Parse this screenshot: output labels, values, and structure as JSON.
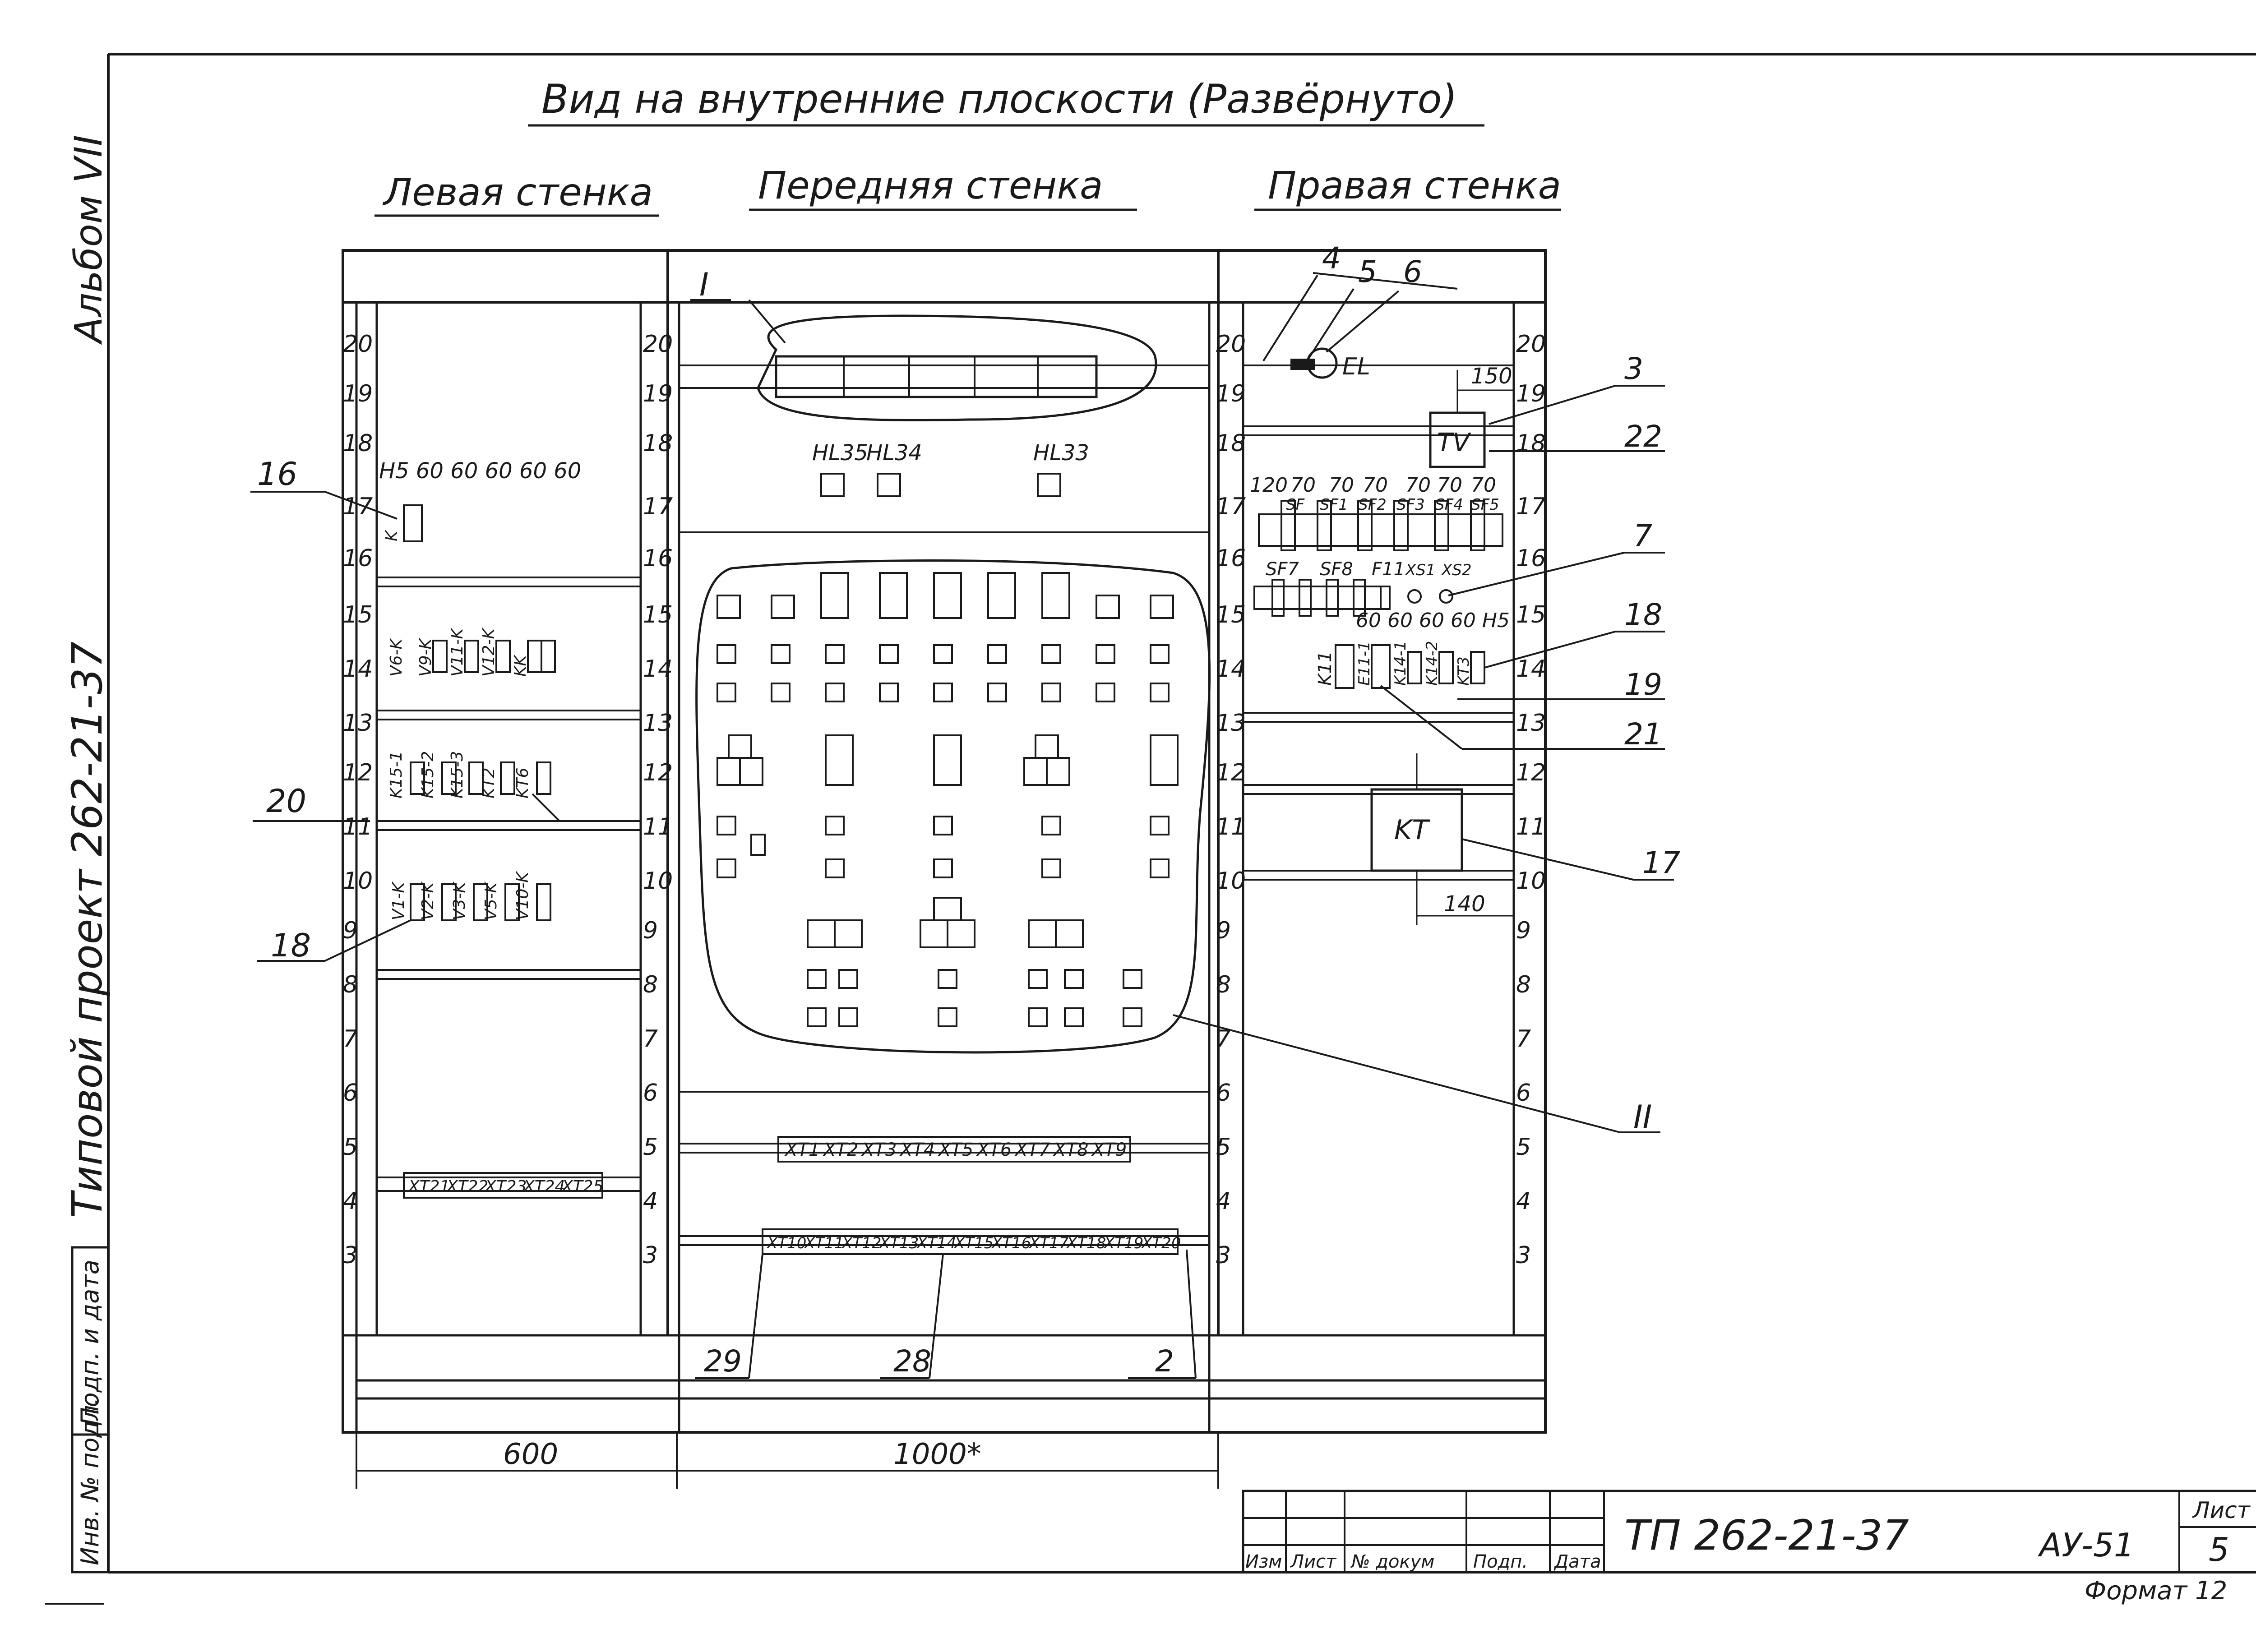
{
  "title": "Вид на внутренние плоскости (Развёрнуто)",
  "walls": {
    "left": "Левая стенка",
    "front": "Передняя стенка",
    "right": "Правая стенка"
  },
  "side_labels": {
    "album": "Альбом VII",
    "project": "Типовой проект 262-21-37"
  },
  "stamp_column": {
    "inv": "Инв. № подл.",
    "sign_date": "Подп. и дата"
  },
  "scale_numbers": [
    "3",
    "4",
    "5",
    "6",
    "7",
    "8",
    "9",
    "10",
    "11",
    "12",
    "13",
    "14",
    "15",
    "16",
    "17",
    "18",
    "19",
    "20"
  ],
  "left_wall": {
    "dims": "H5 60 60 60 60 60",
    "relays_top": [
      "K",
      "V6-K",
      "V9-K",
      "V11-K",
      "V12-K",
      "KK"
    ],
    "relays_mid": [
      "K15-1",
      "K15-2",
      "K15-3",
      "KT2",
      "KT6"
    ],
    "relays_bot": [
      "V1-K",
      "V2-K",
      "V3-K",
      "V5-K",
      "V10-K"
    ],
    "terminals": [
      "XT21",
      "XT22",
      "XT23",
      "XT24",
      "XT25"
    ]
  },
  "front_wall": {
    "callout_I": "I",
    "callout_II": "II",
    "lamps": [
      "HL35",
      "HL34",
      "HL33"
    ],
    "terminals_row1": [
      "XT1",
      "XT2",
      "XT3",
      "XT4",
      "XT5",
      "XT6",
      "XT7",
      "XT8",
      "XT9"
    ],
    "terminals_row2": [
      "XT10",
      "XT11",
      "XT12",
      "XT13",
      "XT14",
      "XT15",
      "XT16",
      "XT17",
      "XT18",
      "XT19",
      "XT20"
    ]
  },
  "right_wall": {
    "el": "EL",
    "tv": "TV",
    "kt": "KT",
    "dim_150": "150",
    "dim_140": "140",
    "dims_row": [
      "120",
      "70",
      "70",
      "70",
      "70",
      "70",
      "70"
    ],
    "breakers_top": [
      "SF",
      "SF1",
      "SF2",
      "SF3",
      "SF4",
      "SF5"
    ],
    "breakers_bot": [
      "SF7",
      "SF8",
      "F11",
      "XS1",
      "XS2"
    ],
    "relays": [
      "K11",
      "E11-1",
      "K14-1",
      "K14-2",
      "KT3"
    ],
    "dims_relays": "60 60 60 60 H5"
  },
  "callouts": [
    "2",
    "3",
    "4",
    "5",
    "6",
    "7",
    "16",
    "17",
    "18",
    "18",
    "19",
    "20",
    "21",
    "22",
    "28",
    "29"
  ],
  "dimensions": {
    "left": "600",
    "front": "1000*"
  },
  "title_block": {
    "code": "ТП 262-21-37",
    "sheet_label": "Лист",
    "sheet_no": "5",
    "doc": "АУ-51",
    "format": "Формат 12",
    "cols": [
      "Изм",
      "Лист",
      "№ докум",
      "Подп.",
      "Дата"
    ]
  }
}
